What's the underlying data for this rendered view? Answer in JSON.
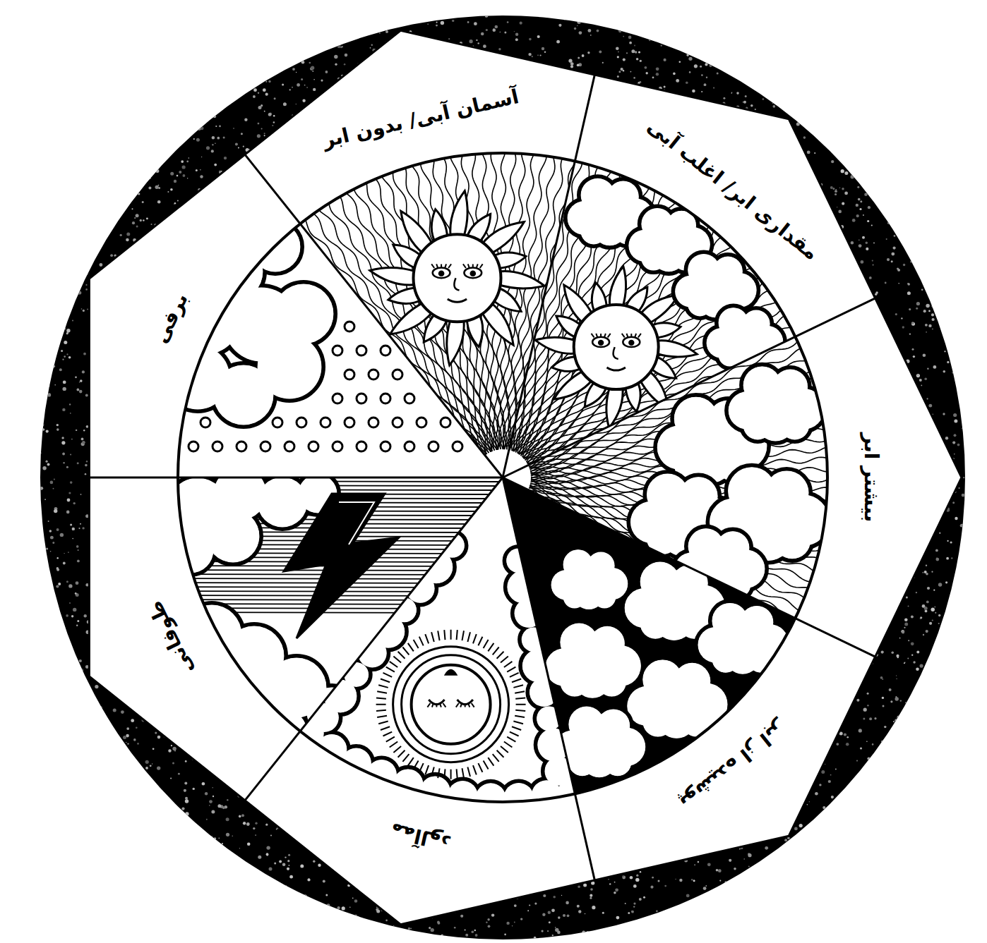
{
  "diagram": {
    "labels": [
      "آسمان آبی/ بدون ابر",
      "مقداری ابر/ اغلب آبی",
      "بیشتر ابر",
      "پوشیده از ابر",
      "مه‌آلود",
      "طوفانی",
      "برفی"
    ]
  }
}
